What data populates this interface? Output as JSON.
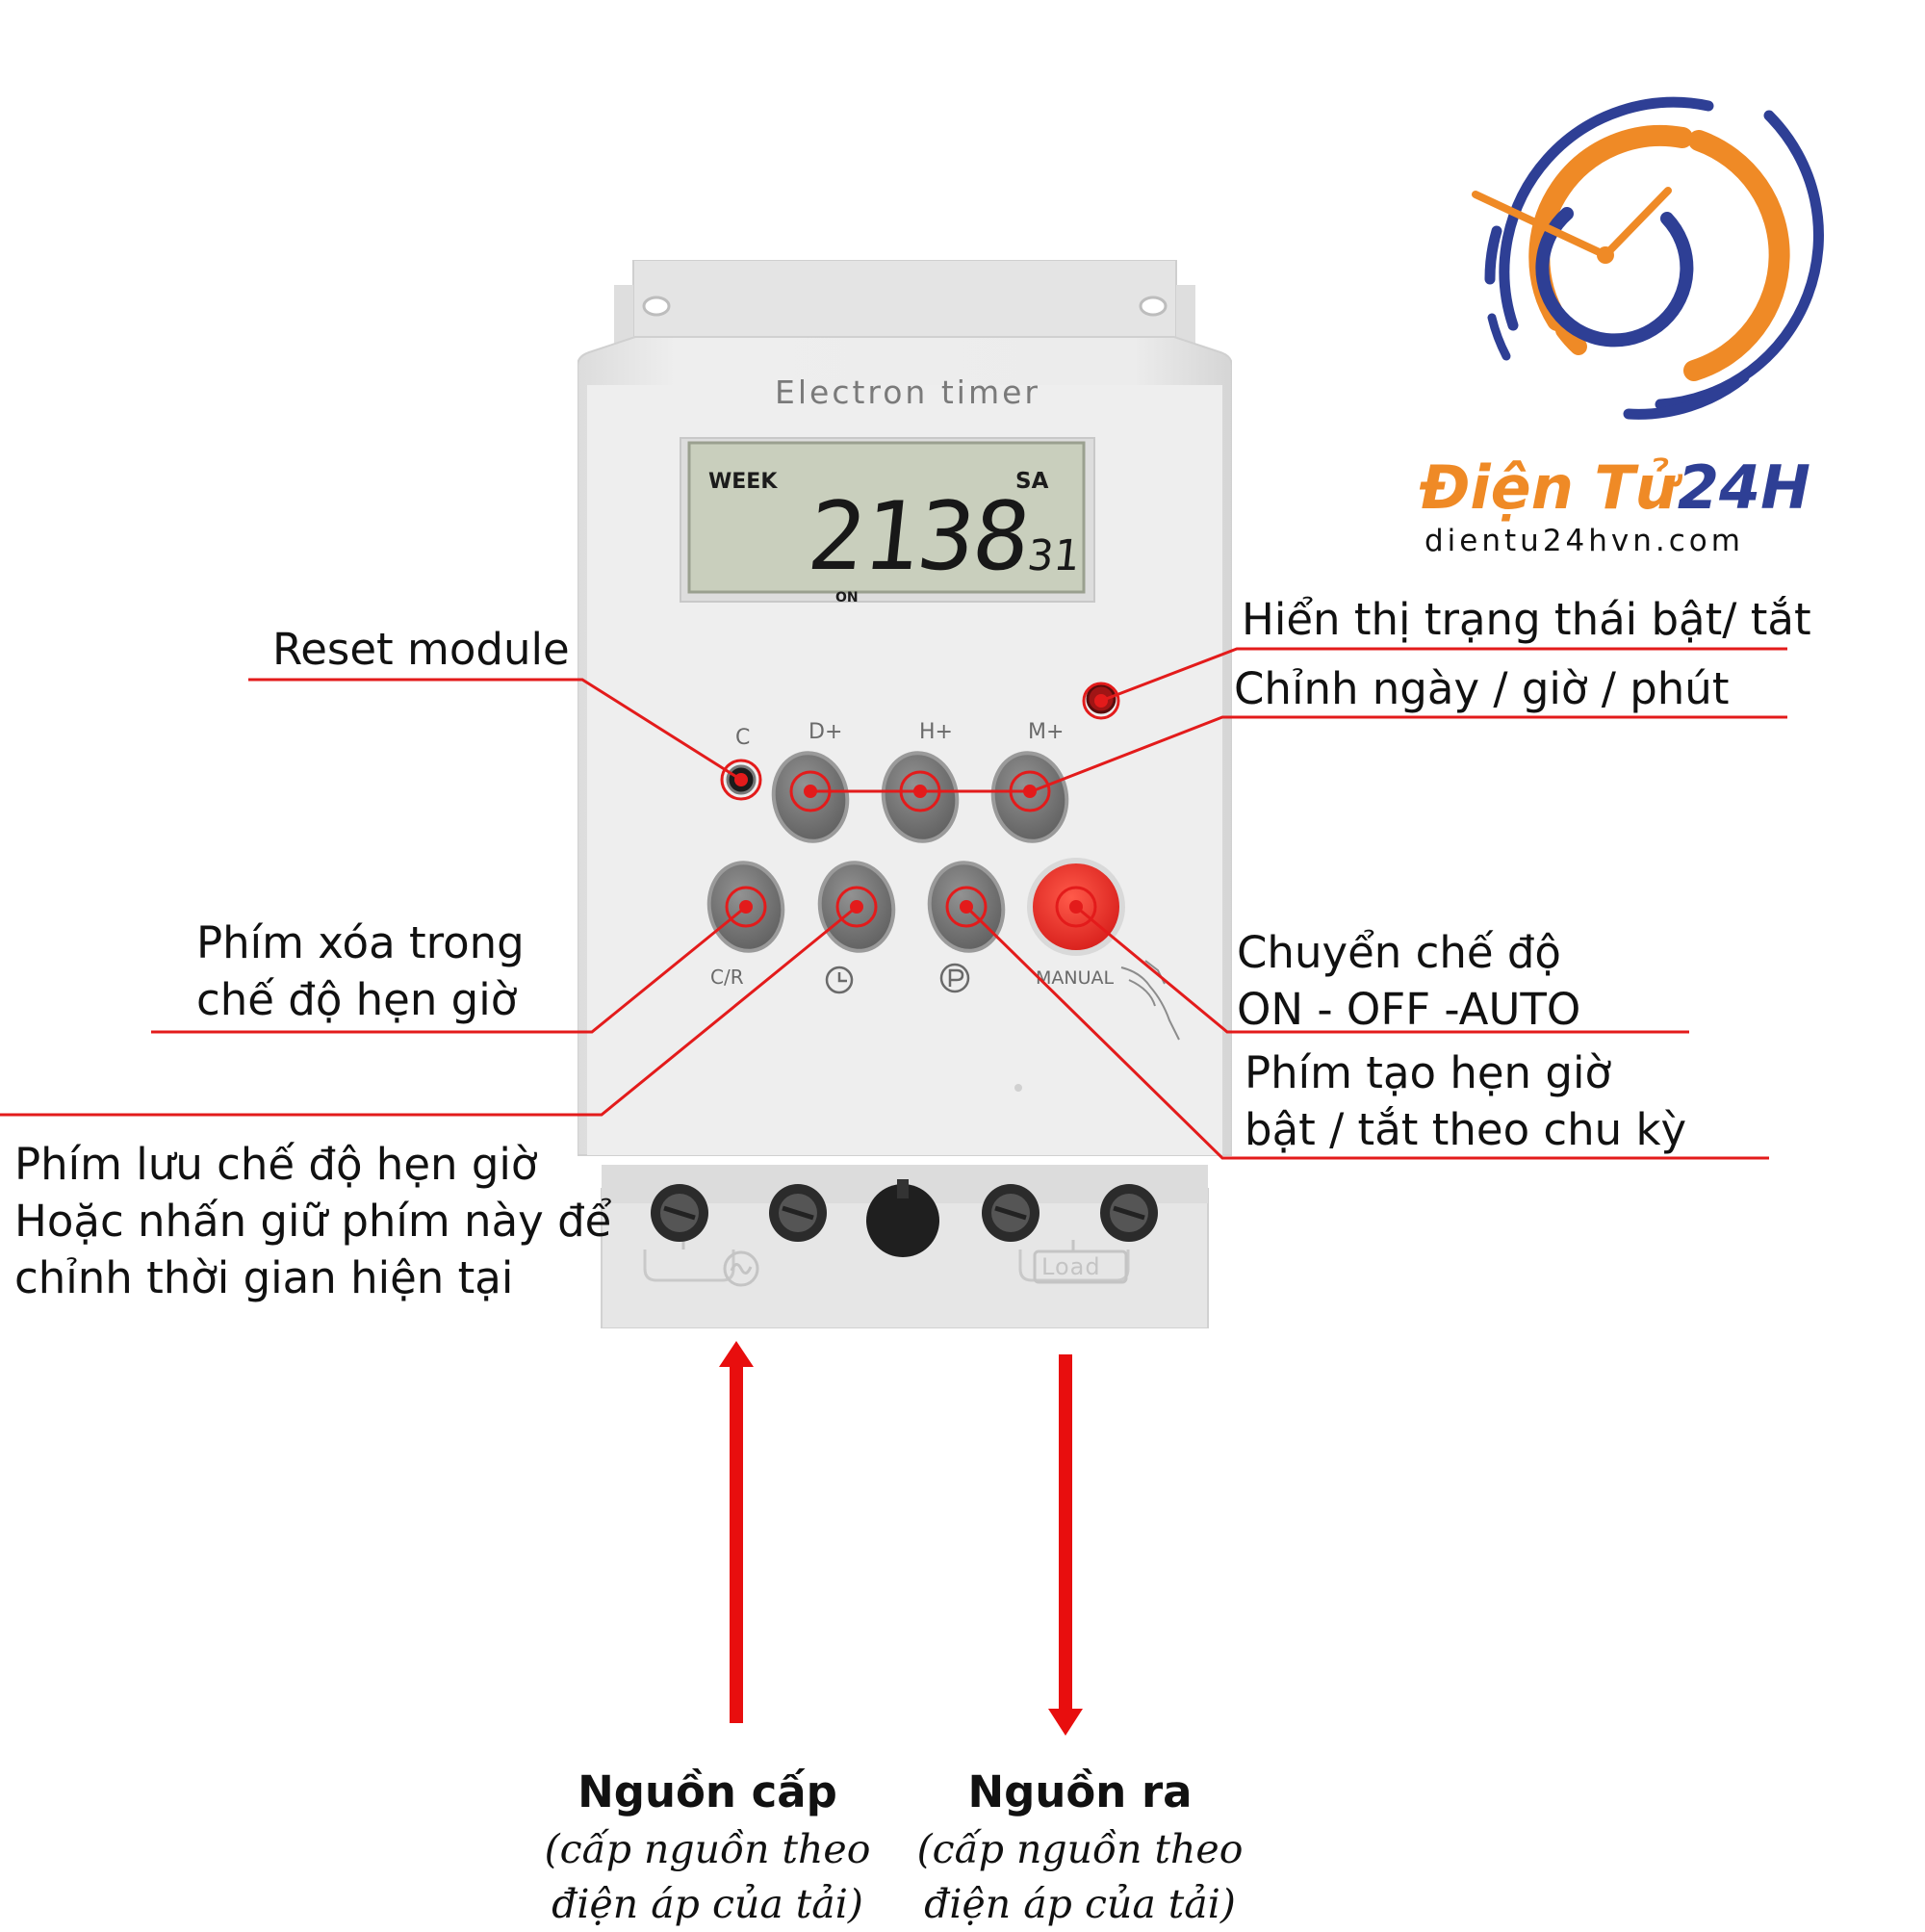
{
  "device": {
    "title": "Electron timer",
    "lcd": {
      "week_label": "WEEK",
      "day_label": "SA",
      "time_digits": "2138",
      "seconds_digits": "31",
      "state_label": "ON"
    },
    "keys": {
      "c": "C",
      "day_plus": "D+",
      "hour_plus": "H+",
      "minute_plus": "M+",
      "cancel_recall": "C/R",
      "manual": "MANUAL"
    },
    "terminals": {
      "load_label": "Load"
    }
  },
  "brand": {
    "name_main": "Điện Tử",
    "name_suffix": "24H",
    "url": "dientu24hvn.com",
    "colors": {
      "orange": "#ef8a26",
      "navy": "#2e3f95"
    }
  },
  "annotations": {
    "reset": "Reset module",
    "status": "Hiển thị trạng thái bật/ tắt",
    "adjust": "Chỉnh ngày / giờ / phút",
    "delete": [
      "Phím xóa trong",
      "chế độ hẹn giờ"
    ],
    "mode": [
      "Chuyển chế độ",
      "ON - OFF -AUTO"
    ],
    "cycle": [
      "Phím tạo hẹn giờ",
      "bật / tắt theo chu kỳ"
    ],
    "save": [
      "Phím lưu chế độ hẹn giờ",
      "Hoặc nhấn giữ phím này để",
      "chỉnh thời gian hiện tại"
    ]
  },
  "arrows": {
    "input": {
      "title": "Nguồn cấp",
      "note": [
        "(cấp nguồn theo",
        "điện áp của tải)"
      ]
    },
    "output": {
      "title": "Nguồn ra",
      "note": [
        "(cấp nguồn theo",
        "điện áp của tải)"
      ]
    }
  },
  "colors": {
    "callout": "#e31b1b",
    "device_body": "#ebebeb",
    "lcd_bg": "#c9cfbd",
    "button_gray": "#7b7b7b",
    "manual_red": "#ee2a26"
  }
}
